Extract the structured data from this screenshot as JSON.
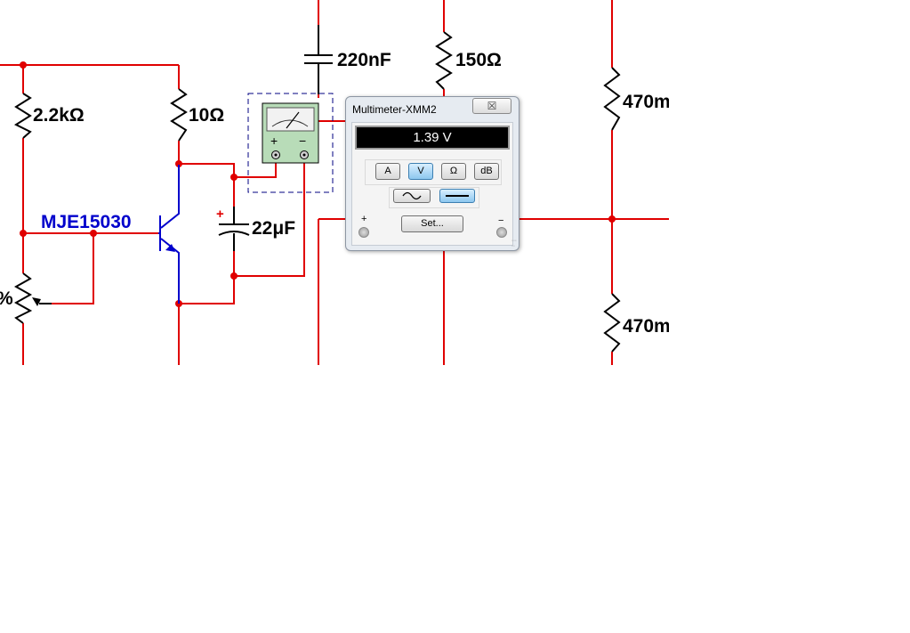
{
  "schematic": {
    "components": {
      "r_220": "2.2kΩ",
      "r_10": "10Ω",
      "c_220n": "220nF",
      "r_150": "150Ω",
      "r_470_top": "470m",
      "r_470_bottom": "470m",
      "transistor": "MJE15030",
      "c_22u": "22μF",
      "c_polarity": "+",
      "pot_fragment": "%"
    },
    "instrument_icon": {
      "plus": "+",
      "minus": "−"
    },
    "colors": {
      "wire": "#e00000",
      "transistor": "#0000cc",
      "meter_icon": "#b8dcb8",
      "selection": "#000080"
    }
  },
  "multimeter": {
    "title": "Multimeter-XMM2",
    "close_glyph": "☒",
    "reading": "1.39 V",
    "modes": [
      {
        "label": "A",
        "active": false
      },
      {
        "label": "V",
        "active": true
      },
      {
        "label": "Ω",
        "active": false
      },
      {
        "label": "dB",
        "active": false
      }
    ],
    "signal": {
      "ac_active": false,
      "dc_active": true
    },
    "set_label": "Set...",
    "terminal_plus": "+",
    "terminal_minus": "−"
  }
}
